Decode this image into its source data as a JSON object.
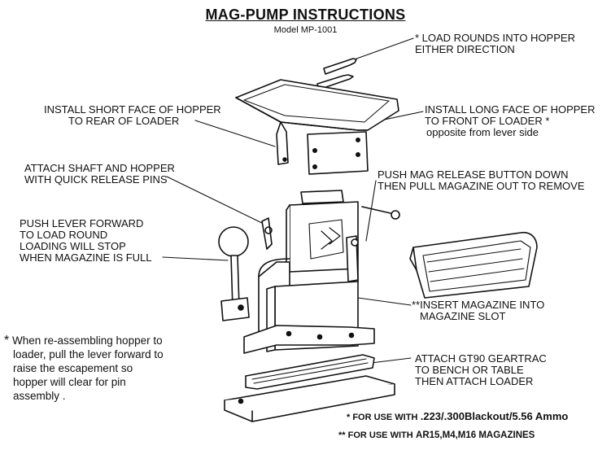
{
  "title": "MAG-PUMP INSTRUCTIONS",
  "model": "Model MP-1001",
  "callouts": {
    "load_rounds": [
      "* LOAD ROUNDS INTO HOPPER",
      "EITHER DIRECTION"
    ],
    "short_face": [
      "INSTALL SHORT FACE OF HOPPER",
      "TO REAR OF LOADER"
    ],
    "long_face": [
      "INSTALL LONG FACE OF HOPPER",
      "TO FRONT OF LOADER  *",
      "opposite from lever side"
    ],
    "attach_shaft": [
      "ATTACH SHAFT AND HOPPER",
      "WITH QUICK RELEASE PINS"
    ],
    "push_mag_release": [
      "PUSH MAG RELEASE BUTTON DOWN",
      "THEN PULL MAGAZINE OUT TO REMOVE"
    ],
    "push_lever": [
      "PUSH LEVER FORWARD",
      "TO LOAD ROUND",
      "LOADING WILL STOP",
      "WHEN MAGAZINE IS FULL"
    ],
    "insert_magazine": [
      "**INSERT MAGAZINE INTO",
      "MAGAZINE SLOT"
    ],
    "attach_geartrac": [
      "ATTACH GT90 GEARTRAC",
      "TO BENCH OR TABLE",
      "THEN ATTACH LOADER"
    ]
  },
  "reassembly_note": [
    "When re-assembling hopper to",
    "loader, pull the lever forward to",
    "raise the escapement so",
    "hopper will clear for pin",
    "assembly ."
  ],
  "reassembly_marker": "*",
  "footer": {
    "ammo_prefix": "*  FOR USE WITH",
    "ammo_value": ".223/.300Blackout/5.56 Ammo",
    "mags_prefix": "** FOR USE WITH",
    "mags_value": "AR15,M4,M16 MAGAZINES"
  }
}
